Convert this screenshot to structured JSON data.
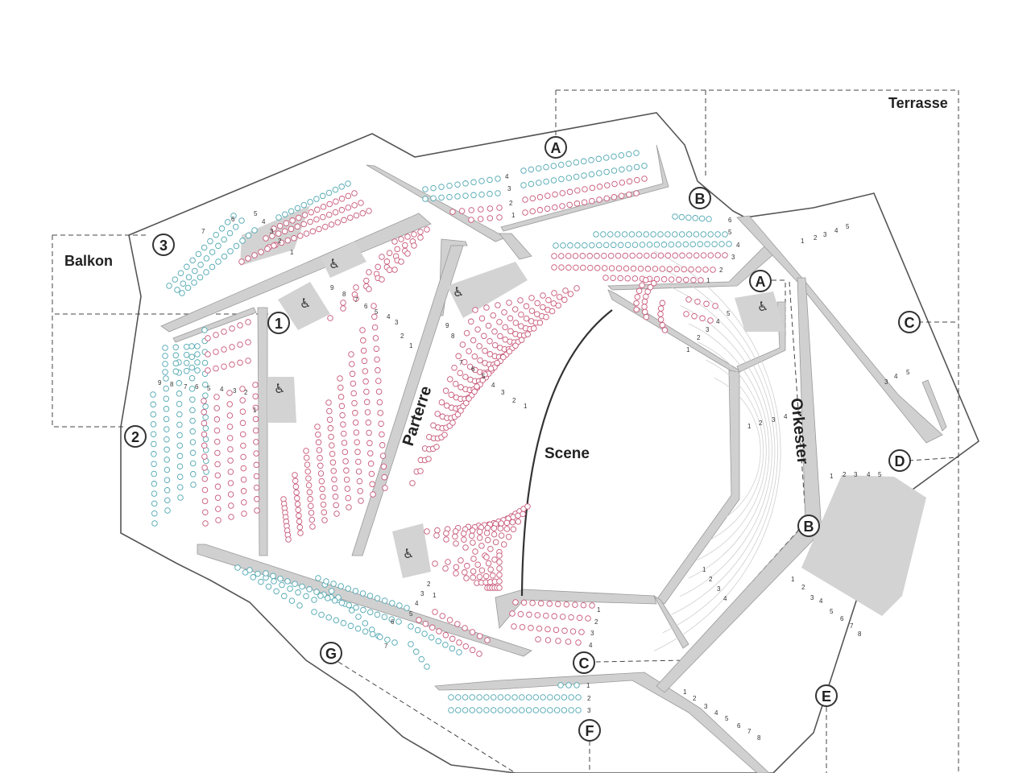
{
  "labels": {
    "terrasse": "Terrasse",
    "balkon": "Balkon",
    "parterre": "Parterre",
    "scene": "Scene",
    "orkester": "Orkester"
  },
  "entrances": [
    {
      "id": "A1",
      "label": "A"
    },
    {
      "id": "B1",
      "label": "B"
    },
    {
      "id": "A2",
      "label": "A"
    },
    {
      "id": "C1",
      "label": "C"
    },
    {
      "id": "D",
      "label": "D"
    },
    {
      "id": "B2",
      "label": "B"
    },
    {
      "id": "C2",
      "label": "C"
    },
    {
      "id": "E",
      "label": "E"
    },
    {
      "id": "F",
      "label": "F"
    },
    {
      "id": "G",
      "label": "G"
    }
  ],
  "balconies": [
    {
      "id": "b1",
      "label": "1"
    },
    {
      "id": "b2",
      "label": "2"
    },
    {
      "id": "b3",
      "label": "3"
    }
  ],
  "accessibility_icon": "wheelchair-icon",
  "colors": {
    "seat_blue": "#4fa7b1",
    "seat_red": "#c8587a",
    "wall": "#d0d0d0",
    "outline": "#555555"
  },
  "row_labels": {
    "top_block": [
      "4",
      "3",
      "2",
      "1"
    ],
    "upper_right_block": [
      "6",
      "5",
      "4",
      "3",
      "2",
      "1"
    ],
    "left_balcony": [
      "7",
      "6",
      "5",
      "4",
      "3",
      "2",
      "1"
    ],
    "left_block": [
      "9",
      "8",
      "7",
      "6",
      "5",
      "4",
      "3",
      "2",
      "1"
    ],
    "center_left": [
      "9",
      "8",
      "7",
      "6",
      "5",
      "4",
      "3",
      "2",
      "1"
    ],
    "center_right": [
      "9",
      "8",
      "7",
      "6",
      "5",
      "4",
      "3",
      "2",
      "1"
    ],
    "lower_left": [
      "7",
      "6",
      "5",
      "4",
      "3",
      "2",
      "1"
    ],
    "lower_right_block": [
      "1",
      "2",
      "3",
      "4"
    ],
    "bottom_block": [
      "1",
      "2",
      "3"
    ],
    "right_small": [
      "5",
      "4",
      "3",
      "2",
      "1"
    ],
    "orchestra_a": [
      "1",
      "2",
      "3",
      "4",
      "5"
    ],
    "orchestra_b": [
      "1",
      "2",
      "3",
      "4"
    ],
    "orchestra_c": [
      "3",
      "4",
      "5"
    ],
    "orchestra_d": [
      "1",
      "2",
      "3",
      "4",
      "5"
    ],
    "orchestra_e": [
      "1",
      "2",
      "3",
      "4"
    ],
    "orchestra_f": [
      "1",
      "2",
      "3",
      "4",
      "5",
      "6",
      "7",
      "8"
    ],
    "orchestra_g": [
      "1",
      "2",
      "3",
      "4",
      "5",
      "6",
      "7",
      "8"
    ]
  }
}
